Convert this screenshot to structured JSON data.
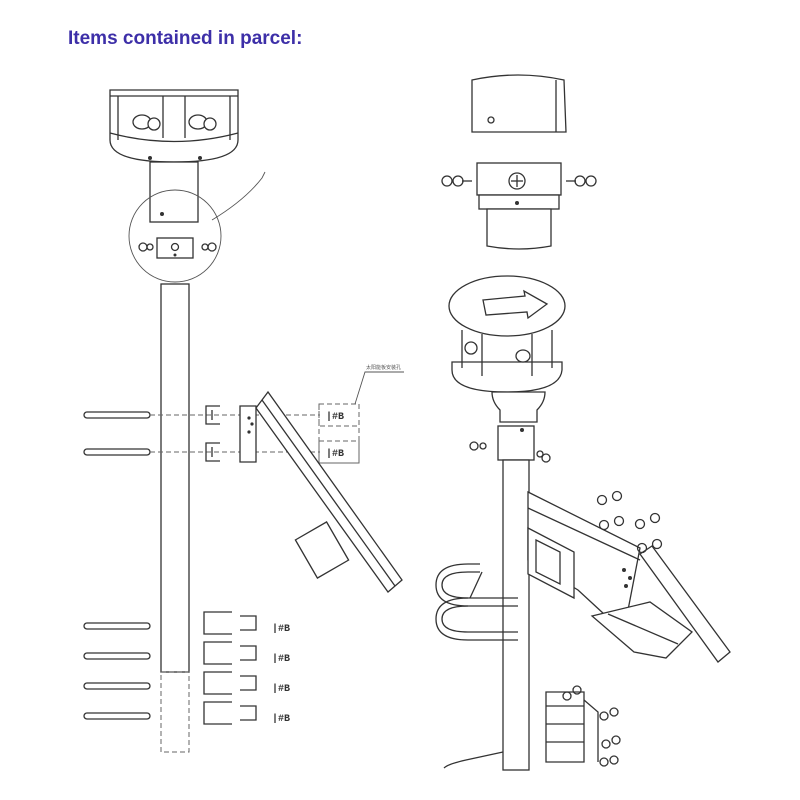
{
  "page": {
    "title": "Items contained in parcel:",
    "title_color": "#3d2fa8"
  },
  "labels": {
    "bolt": "|#B",
    "callout_tag": "太阳能板安装孔"
  },
  "icons": {
    "arrow": "arrow-right-icon",
    "screw": "phillips-screw-icon"
  }
}
